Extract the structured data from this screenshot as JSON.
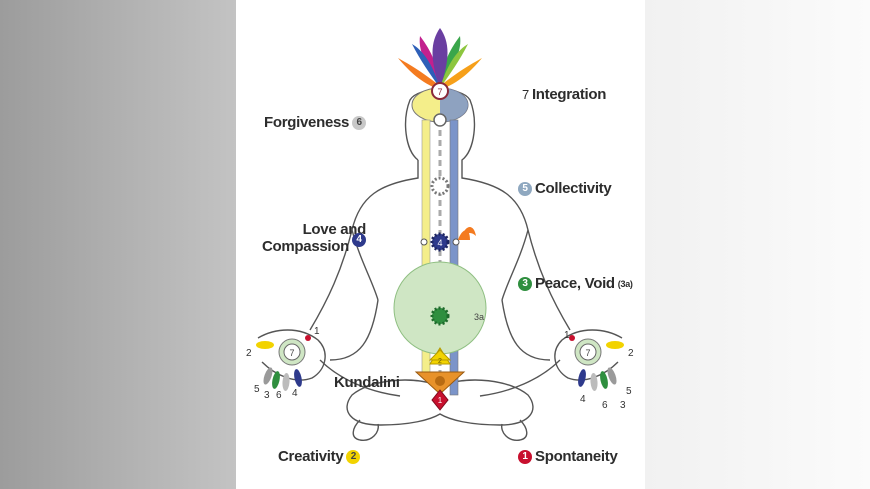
{
  "labels": {
    "integration": {
      "num": "7",
      "text": "Integration"
    },
    "forgiveness": {
      "num": "6",
      "text": "Forgiveness"
    },
    "collectivity": {
      "num": "5",
      "text": "Collectivity"
    },
    "love": {
      "num": "4",
      "line1": "Love and",
      "line2": "Compassion"
    },
    "peace": {
      "num": "3",
      "text": "Peace, Void",
      "extra": "(3a)"
    },
    "kundalini": {
      "text": "Kundalini"
    },
    "creativity": {
      "num": "2",
      "text": "Creativity"
    },
    "spontaneity": {
      "num": "1",
      "text": "Spontaneity"
    }
  },
  "center_3a": "3a",
  "left_hand": {
    "palm": "7",
    "f1": "1",
    "f2": "2",
    "f3": "5",
    "f4": "3",
    "f5": "6",
    "f6": "4"
  },
  "right_hand": {
    "palm": "7",
    "f1": "1",
    "f2": "2",
    "f3": "5",
    "f4": "3",
    "f5": "6",
    "f6": "4"
  },
  "chakra_nums": {
    "c1": "1",
    "c2": "2",
    "c4": "4",
    "c7": "7"
  },
  "colors": {
    "c1": "#c8102e",
    "c2": "#f2d300",
    "c3": "#2f8f3f",
    "c4": "#2e3a8c",
    "c5": "#8fa8c0",
    "c6": "#9a9a9a",
    "c7": "#8a8a8a",
    "void": "#cfe6c4",
    "left_channel": "#f4ee8a",
    "right_channel": "#7b94c9"
  }
}
